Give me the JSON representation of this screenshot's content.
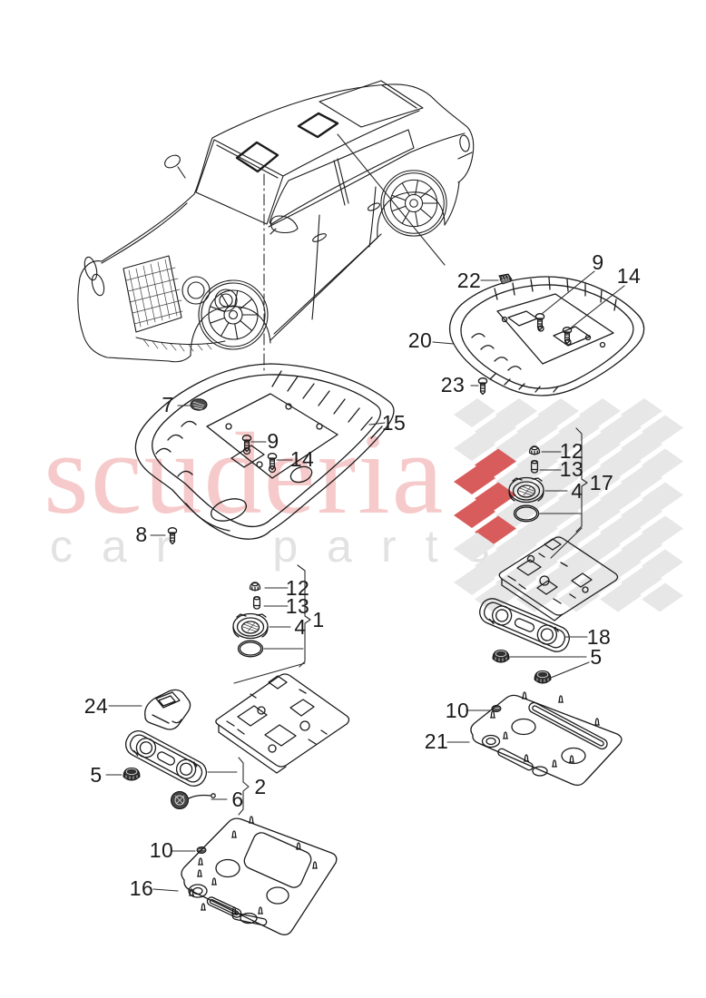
{
  "watermark": {
    "primary_text": "scuderia",
    "secondary_text": "car parts",
    "primary_color": "#f6caca",
    "secondary_color": "#e2e2e2",
    "checker_gray": "#e7e7e7",
    "checker_red": "#d95c5c"
  },
  "diagram": {
    "ink_color": "#1a1a1a",
    "background": "#ffffff",
    "callouts": {
      "c1": "1",
      "c2": "2",
      "c4": "4",
      "c5": "5",
      "c6": "6",
      "c7": "7",
      "c8": "8",
      "c9": "9",
      "c10": "10",
      "c12": "12",
      "c13": "13",
      "c14": "14",
      "c15": "15",
      "c16": "16",
      "c17": "17",
      "c18": "18",
      "c20": "20",
      "c21": "21",
      "c22": "22",
      "c23": "23",
      "c24": "24"
    }
  }
}
